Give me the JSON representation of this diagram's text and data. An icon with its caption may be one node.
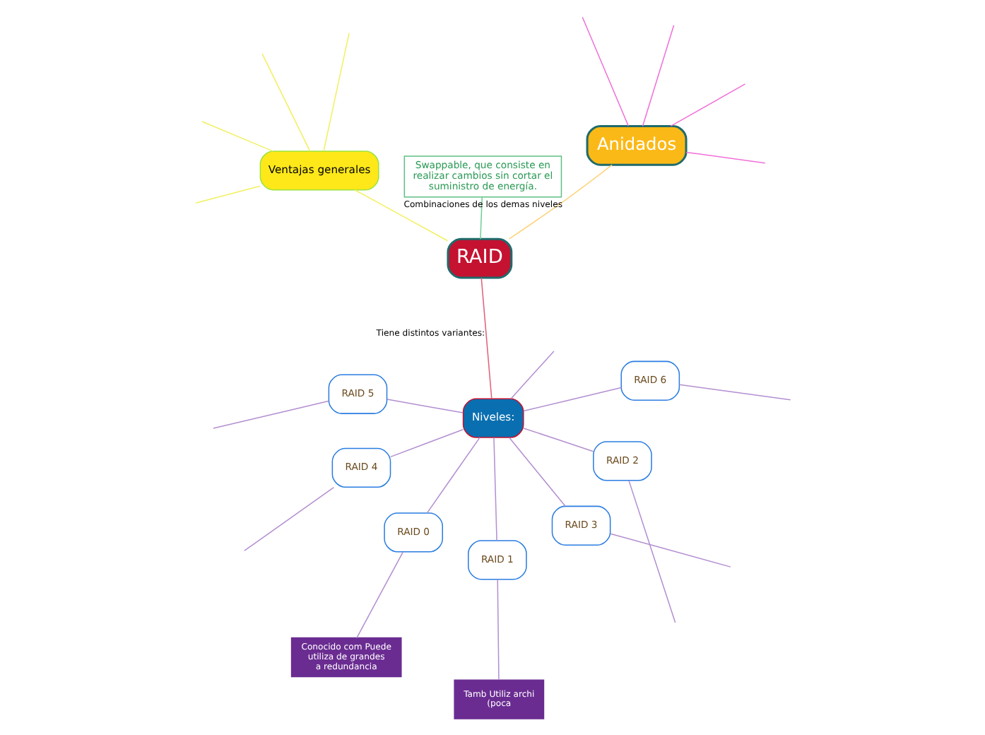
{
  "diagram": {
    "nodes": [
      {
        "text": [
          "RAID"
        ]
      },
      {
        "text": [
          "Swappable, que consiste en realizar cambios sin cortar el suministro de energía."
        ]
      },
      {
        "text": [
          "Ventajas generales"
        ]
      },
      {
        "text": [
          "Anidados"
        ]
      },
      {
        "text": [
          "Niveles:"
        ]
      },
      {
        "text": [
          "RAID 0"
        ]
      },
      {
        "text": [
          "Conocido com Puede utiliza de grandes a redundancia"
        ]
      },
      {
        "text": [
          "RAID 1"
        ]
      },
      {
        "text": [
          "Tamb Utiliz archi (poca"
        ]
      },
      {
        "text": [
          "RAID 2"
        ]
      },
      {
        "text": [
          "RAID 3"
        ]
      },
      {
        "text": [
          "RAID 4"
        ]
      },
      {
        "text": [
          "RAID 5"
        ]
      },
      {
        "text": [
          "RAID 6"
        ]
      }
    ],
    "edges": [
      {
        "from": 0,
        "to": 1,
        "arrow": "none",
        "color": "#6fcf97"
      },
      {
        "from": 0,
        "to": 2,
        "arrow": "none",
        "color": "#f2f060"
      },
      {
        "from": 0,
        "to": 3,
        "arrow": "none",
        "label": "Combinaciones de los demas niveles",
        "color": "#fcd37a"
      },
      {
        "from": 0,
        "to": 4,
        "arrow": "none",
        "label": "Tiene distintos variantes:",
        "color": "#e0607a"
      },
      {
        "from": 4,
        "to": 5,
        "arrow": "none"
      },
      {
        "from": 5,
        "to": 6,
        "arrow": "none"
      },
      {
        "from": 4,
        "to": 7,
        "arrow": "none"
      },
      {
        "from": 7,
        "to": 8,
        "arrow": "none"
      },
      {
        "from": 4,
        "to": 9,
        "arrow": "none"
      },
      {
        "from": 4,
        "to": 10,
        "arrow": "none"
      },
      {
        "from": 4,
        "to": 11,
        "arrow": "none"
      },
      {
        "from": 4,
        "to": 12,
        "arrow": "none"
      },
      {
        "from": 4,
        "to": 13,
        "arrow": "none"
      },
      {
        "from": 4,
        "to": null,
        "arrow": "none"
      },
      {
        "from": 9,
        "to": null,
        "arrow": "none"
      },
      {
        "from": 10,
        "to": null,
        "arrow": "none"
      },
      {
        "from": 11,
        "to": null,
        "arrow": "none"
      },
      {
        "from": 12,
        "to": null,
        "arrow": "none"
      },
      {
        "from": 13,
        "to": null,
        "arrow": "none"
      },
      {
        "from": 2,
        "to": null,
        "arrow": "none",
        "color": "#f2f060"
      },
      {
        "from": 2,
        "to": null,
        "arrow": "none",
        "color": "#f2f060"
      },
      {
        "from": 2,
        "to": null,
        "arrow": "none",
        "color": "#f2f060"
      },
      {
        "from": 2,
        "to": null,
        "arrow": "none",
        "color": "#f2f060"
      },
      {
        "from": 3,
        "to": null,
        "arrow": "none",
        "color": "#f070d8"
      },
      {
        "from": 3,
        "to": null,
        "arrow": "none",
        "color": "#f070d8"
      },
      {
        "from": 3,
        "to": null,
        "arrow": "none",
        "color": "#f070d8"
      },
      {
        "from": 3,
        "to": null,
        "arrow": "none",
        "color": "#f070d8"
      }
    ]
  }
}
